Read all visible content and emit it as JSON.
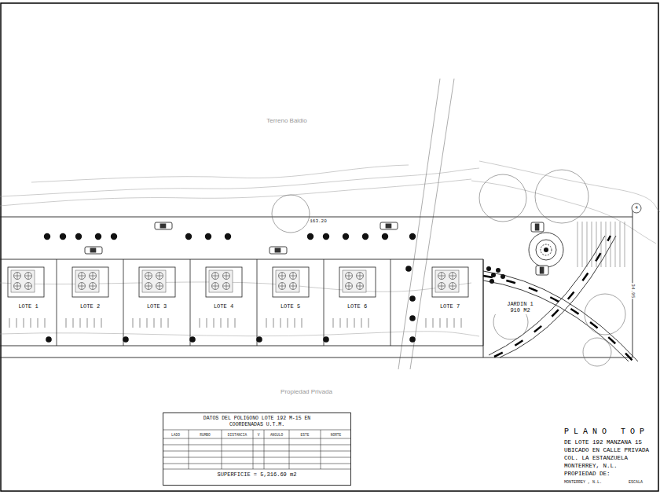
{
  "diagram": {
    "nodes": [
      {
        "text": [
          "LOTE 1"
        ]
      },
      {
        "text": [
          "LOTE 2"
        ]
      },
      {
        "text": [
          "LOTE 3"
        ]
      },
      {
        "text": [
          "LOTE 4"
        ]
      },
      {
        "text": [
          "LOTE 5"
        ]
      },
      {
        "text": [
          "LOTE 6"
        ]
      },
      {
        "text": [
          "LOTE 7"
        ]
      },
      {
        "text": [
          "JARDIN 1",
          "910 M2"
        ]
      },
      {
        "text": [
          "DATOS DEL POLIGONO LOTE 192 M-15 EN COORDENADAS U.T.M.",
          "SUPERFICIE = 5,316.69 m2"
        ]
      }
    ],
    "labels": [
      "Terreno Baldio",
      "Propiedad Privada",
      "163.20",
      "34.95",
      "4",
      "LADO",
      "RUMBO",
      "DISTANCIA",
      "V",
      "ANGULO",
      "ESTE",
      "NORTE",
      "PLANO TOP",
      "DE LOTE 192 MANZANA 15",
      "UBICADO EN CALLE PRIVADA",
      "COL. LA ESTANZUELA",
      "MONTERREY, N.L.",
      "PROPIEDAD DE:",
      "MONTERREY , N.L.",
      "ESCALA"
    ]
  }
}
